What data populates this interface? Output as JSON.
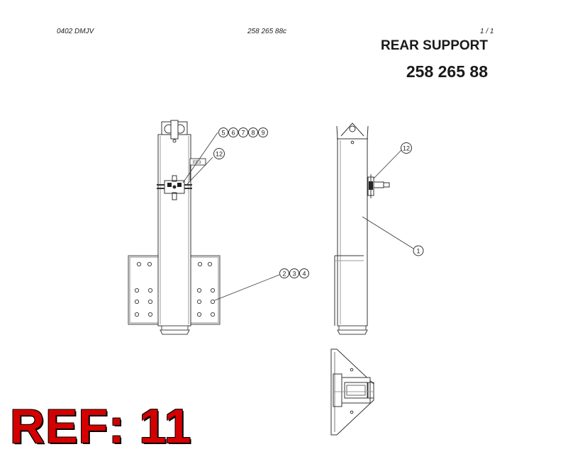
{
  "header": {
    "left": "0402 DMJV",
    "center": "258 265 88c",
    "right": "1 /  1"
  },
  "title": {
    "name": "REAR SUPPORT",
    "number": "258 265 88"
  },
  "balloons": {
    "b5": "5",
    "b6": "6",
    "b7": "7",
    "b8": "8",
    "b9": "9",
    "b12a": "12",
    "b12b": "12",
    "b1": "1",
    "b2": "2",
    "b3": "3",
    "b4": "4"
  },
  "small_label": "ЕЕ3",
  "ref_label": "REF: 11"
}
